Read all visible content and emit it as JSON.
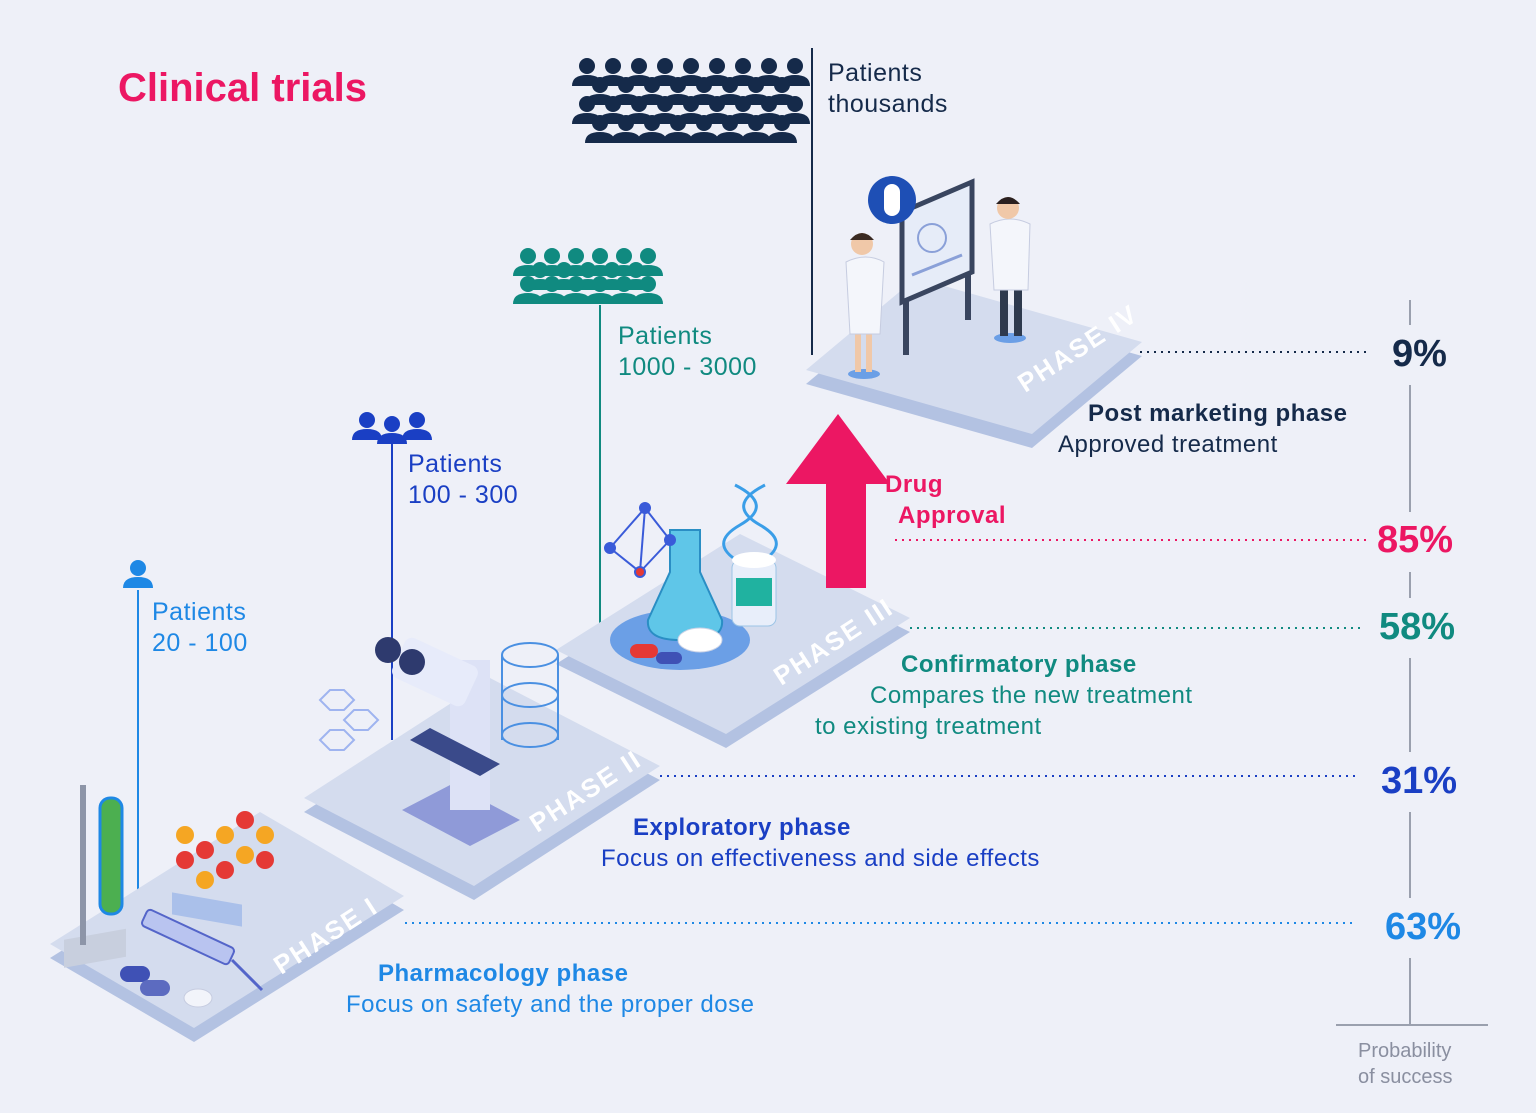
{
  "title": "Clinical trials",
  "colors": {
    "phase1": "#1e88e5",
    "phase2": "#1a3fc4",
    "phase3": "#108a80",
    "phase4": "#152a4a",
    "approval": "#ec1763",
    "muted": "#8a8fa0"
  },
  "phases": [
    {
      "plate_label": "PHASE I",
      "patients_label": "Patients",
      "patients_range": "20 - 100",
      "name": "Pharmacology phase",
      "description": "Focus on safety and the proper dose",
      "probability": "63%"
    },
    {
      "plate_label": "PHASE II",
      "patients_label": "Patients",
      "patients_range": "100 - 300",
      "name": "Exploratory phase",
      "description": "Focus on effectiveness and side effects",
      "probability": "31%"
    },
    {
      "plate_label": "PHASE III",
      "patients_label": "Patients",
      "patients_range": "1000 - 3000",
      "name": "Confirmatory phase",
      "description_line1": "Compares the new treatment",
      "description_line2": "to existing treatment",
      "probability": "58%"
    },
    {
      "plate_label": "PHASE IV",
      "patients_label": "Patients",
      "patients_range": "thousands",
      "name": "Post marketing phase",
      "description": "Approved treatment",
      "probability": "9%"
    }
  ],
  "approval": {
    "line1": "Drug",
    "line2": "Approval",
    "probability": "85%"
  },
  "axis_label_line1": "Probability",
  "axis_label_line2": "of success",
  "icons": [
    "person-icon",
    "people-group-icon",
    "crowd-icon",
    "test-tube-icon",
    "molecule-icon",
    "syringe-icon",
    "pill-icon",
    "microscope-icon",
    "flask-icon",
    "dna-icon",
    "bottle-icon",
    "scientist-icon",
    "board-icon",
    "up-arrow-icon"
  ]
}
